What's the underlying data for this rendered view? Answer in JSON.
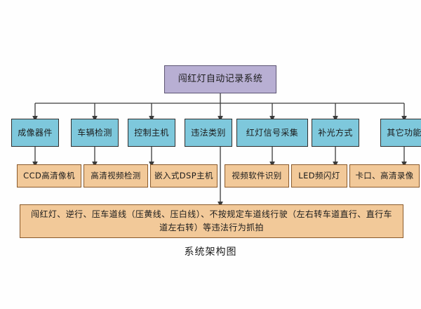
{
  "diagram": {
    "caption": "系统架构图",
    "colors": {
      "root_fill": "#b8afd3",
      "level1_fill": "#7ec8dc",
      "level2_fill": "#f2c999",
      "summary_fill": "#f2c999",
      "line": "#3b3b3b",
      "background": "#fefefe"
    },
    "root": {
      "label": "闯红灯自动记录系统"
    },
    "level1": [
      {
        "label": "成像器件"
      },
      {
        "label": "车辆检测"
      },
      {
        "label": "控制主机"
      },
      {
        "label": "违法类别"
      },
      {
        "label": "红灯信号采集"
      },
      {
        "label": "补光方式"
      },
      {
        "label": "其它功能"
      }
    ],
    "level2": [
      {
        "label": "CCD高清像机"
      },
      {
        "label": "高清视频检测"
      },
      {
        "label": "嵌入式DSP主机"
      },
      {
        "label": "视频软件识别"
      },
      {
        "label": "LED频闪灯"
      },
      {
        "label": "卡口、高清录像"
      }
    ],
    "summary": {
      "label": "闯红灯、逆行、压车道线（压黄线、压白线）、不按规定车道线行驶（左右转车道直行、直行车道左右转）等违法行为抓拍"
    }
  }
}
